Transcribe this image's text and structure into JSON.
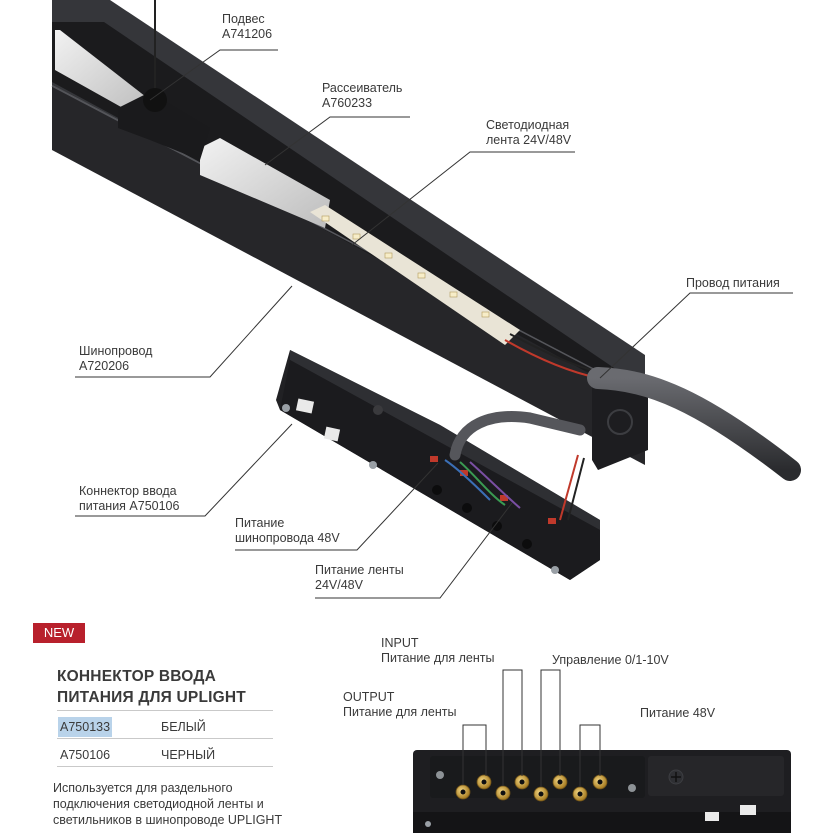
{
  "callouts": {
    "suspension": [
      "Подвес",
      "A741206"
    ],
    "diffuser": [
      "Рассеиватель",
      "A760233"
    ],
    "led_strip": [
      "Светодиодная",
      "лента 24V/48V"
    ],
    "power_cable": [
      "Провод питания"
    ],
    "busbar": [
      "Шинопровод",
      "A720206"
    ],
    "connector": [
      "Коннектор ввода",
      "питания A750106"
    ],
    "busbar_power": [
      "Питание",
      "шинопровода 48V"
    ],
    "strip_power": [
      "Питание ленты",
      "24V/48V"
    ]
  },
  "badge": "NEW",
  "product": {
    "title": [
      "КОННЕКТОР ВВОДА",
      "ПИТАНИЯ ДЛЯ UPLIGHT"
    ],
    "variants": [
      {
        "code": "A750133",
        "color": "БЕЛЫЙ",
        "highlighted": true
      },
      {
        "code": "A750106",
        "color": "ЧЕРНЫЙ",
        "highlighted": false
      }
    ],
    "description": [
      "Используется для раздельного",
      "подключения светодиодной ленты и",
      "светильников в шинопроводе UPLIGHT"
    ]
  },
  "pinout": {
    "input": [
      "INPUT",
      "Питание для ленты"
    ],
    "control": [
      "Управление 0/1-10V"
    ],
    "output": [
      "OUTPUT",
      "Питание для ленты"
    ],
    "power48": [
      "Питание 48V"
    ]
  },
  "colors": {
    "accent": "#b8202c",
    "highlight": "#b9d3ea",
    "profile": "#2b2b2e",
    "brass": "#c9a23a"
  }
}
